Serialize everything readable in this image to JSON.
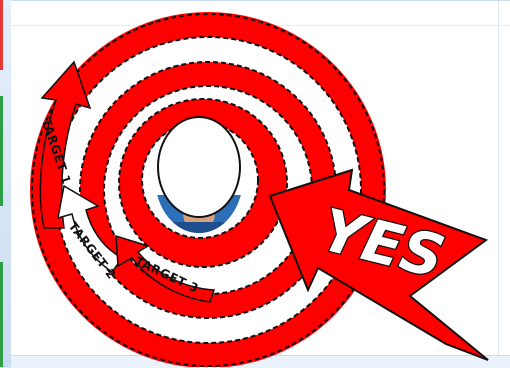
{
  "colors": {
    "ring_red": "#ff0000",
    "ring_white": "#ffffff",
    "outline": "#111111",
    "left_strip_top": "#e6f0fb",
    "photo_blue": "#2d6eb8",
    "photo_skin": "#d6a27d"
  },
  "labels": {
    "target_1": "TARGET 1",
    "target_2": "TARGET 2",
    "target_3": "TARGET 3",
    "yes": "YES"
  },
  "icons": {
    "left_marks": [
      "red-mark",
      "green-mark",
      "green-mark"
    ]
  }
}
